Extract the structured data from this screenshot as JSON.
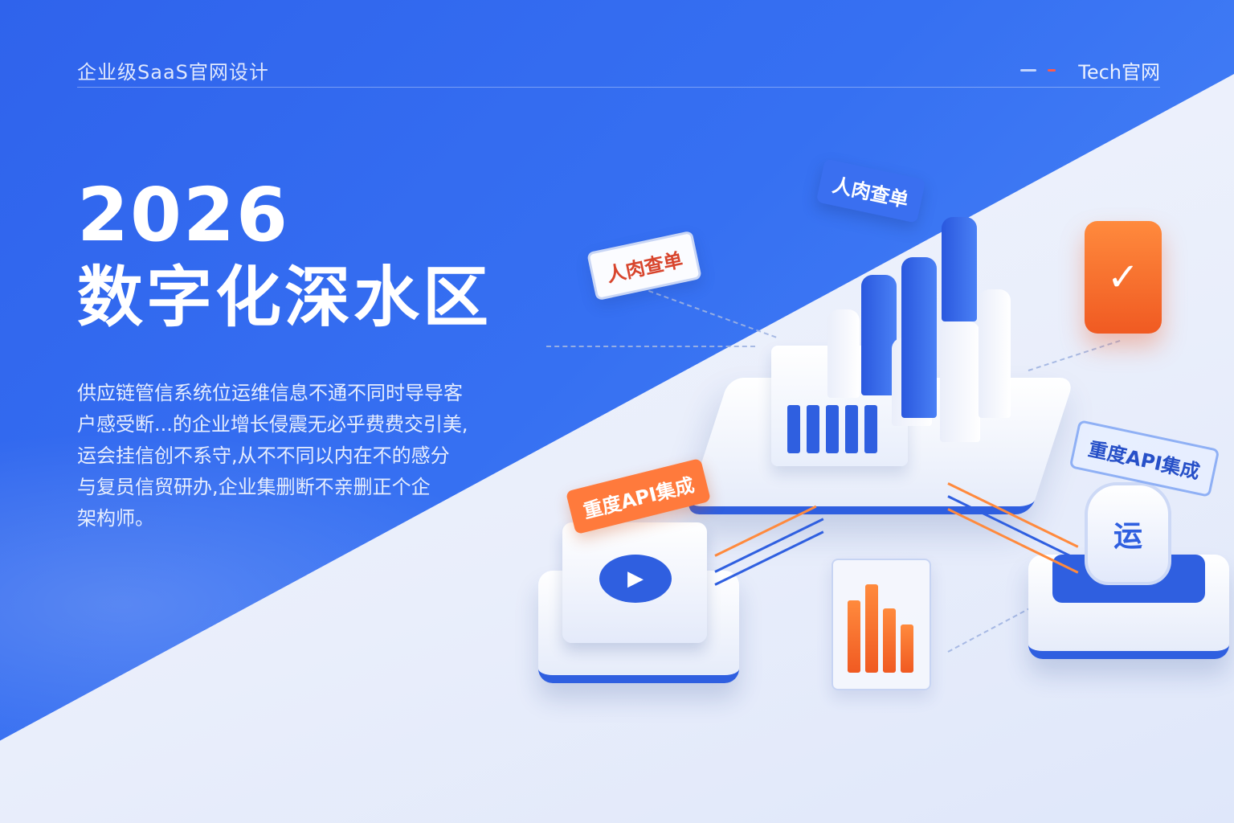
{
  "header": {
    "left_text": "企业级SaaS官网设计",
    "brand": "Tech官网"
  },
  "hero": {
    "year": "2026",
    "title": "数字化深水区",
    "description_lines": [
      "供应链管信系统位运维信息不通不同时导导客",
      "户感受断...的企业增长侵震无必乎费费交引美,",
      "运会挂信创不系守,从不不同以内在不的感分",
      "与复员信贸研办,企业集删断不亲删正个企",
      "架构师。"
    ]
  },
  "tags": {
    "top_left": "人肉查单",
    "top_center": "人肉查单",
    "left_bottom": "重度API集成",
    "right_middle": "重度API集成"
  },
  "icons": {
    "orange_card": "shield-check-icon",
    "play": "play-icon",
    "shield_badge": "shield-icon"
  },
  "shield_badge_text": "运",
  "colors": {
    "primary": "#2f63ec",
    "accent": "#ff7a3c"
  }
}
